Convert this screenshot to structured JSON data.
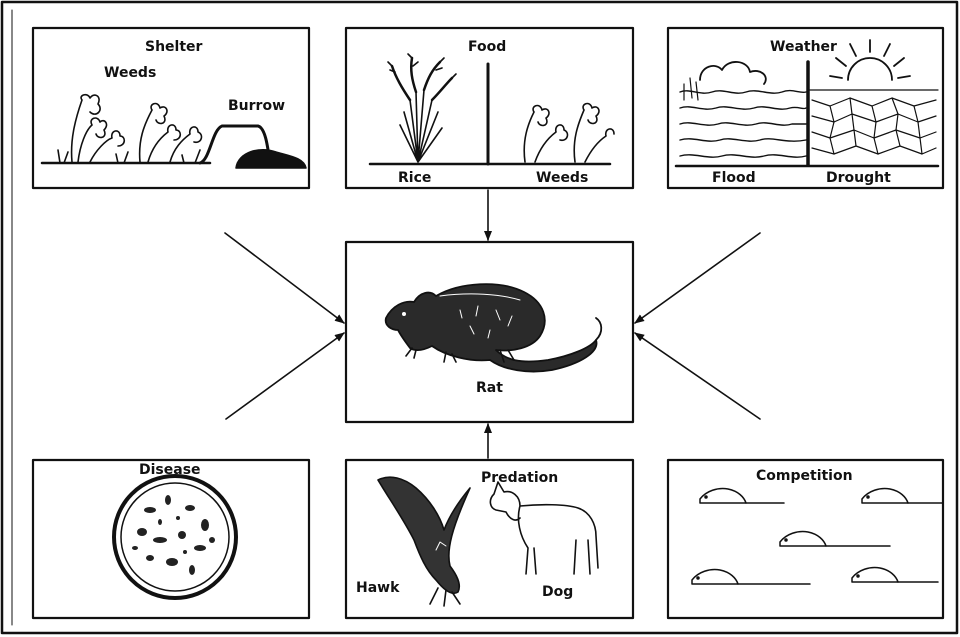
{
  "panels": {
    "shelter": {
      "title": "Shelter",
      "weeds": "Weeds",
      "burrow": "Burrow"
    },
    "food": {
      "title": "Food",
      "rice": "Rice",
      "weeds": "Weeds"
    },
    "weather": {
      "title": "Weather",
      "flood": "Flood",
      "drought": "Drought"
    },
    "rat": {
      "label": "Rat"
    },
    "disease": {
      "title": "Disease"
    },
    "predation": {
      "title": "Predation",
      "hawk": "Hawk",
      "dog": "Dog"
    },
    "competition": {
      "title": "Competition"
    }
  }
}
